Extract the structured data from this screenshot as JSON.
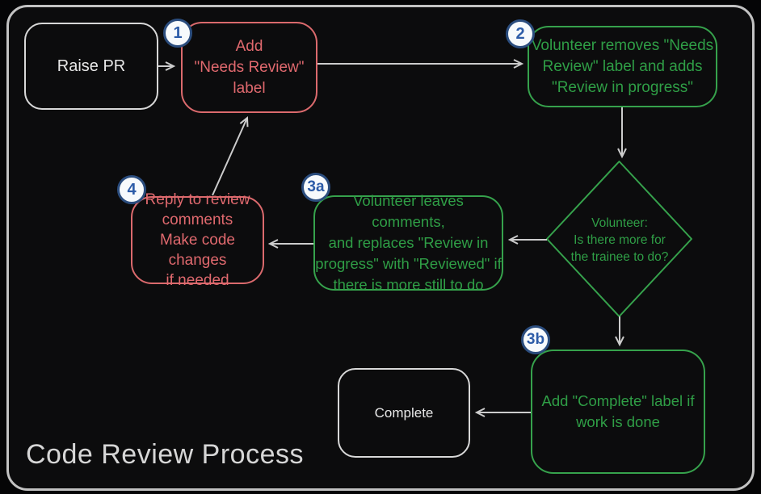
{
  "title": "Code Review Process",
  "colors": {
    "red": "#e0696e",
    "green": "#2f9e46",
    "node_white": "#e8e8e8",
    "arrow": "#cccccc",
    "badge_fill": "#f7fafc",
    "badge_border": "#2b4d7e",
    "badge_text": "#2d5ca8",
    "background": "#0c0c0d"
  },
  "nodes": {
    "raise_pr": {
      "label": "Raise PR"
    },
    "step1": {
      "badge": "1",
      "lines": [
        "Add",
        "\"Needs Review\"",
        "label"
      ]
    },
    "step2": {
      "badge": "2",
      "lines": [
        "Volunteer removes \"Needs",
        "Review\" label and adds",
        "\"Review in progress\""
      ]
    },
    "decision": {
      "lines": [
        "Volunteer:",
        "Is there more for",
        "the trainee to do?"
      ]
    },
    "step3a": {
      "badge": "3a",
      "lines": [
        "Volunteer leaves comments,",
        "and replaces \"Review in",
        "progress\" with \"Reviewed\" if",
        "there is more still to do"
      ]
    },
    "step4": {
      "badge": "4",
      "lines": [
        "Reply to review",
        "comments",
        "Make code changes",
        "if needed"
      ]
    },
    "step3b": {
      "badge": "3b",
      "lines": [
        "Add \"Complete\" label if",
        "work is done"
      ]
    },
    "complete": {
      "label": "Complete"
    }
  }
}
